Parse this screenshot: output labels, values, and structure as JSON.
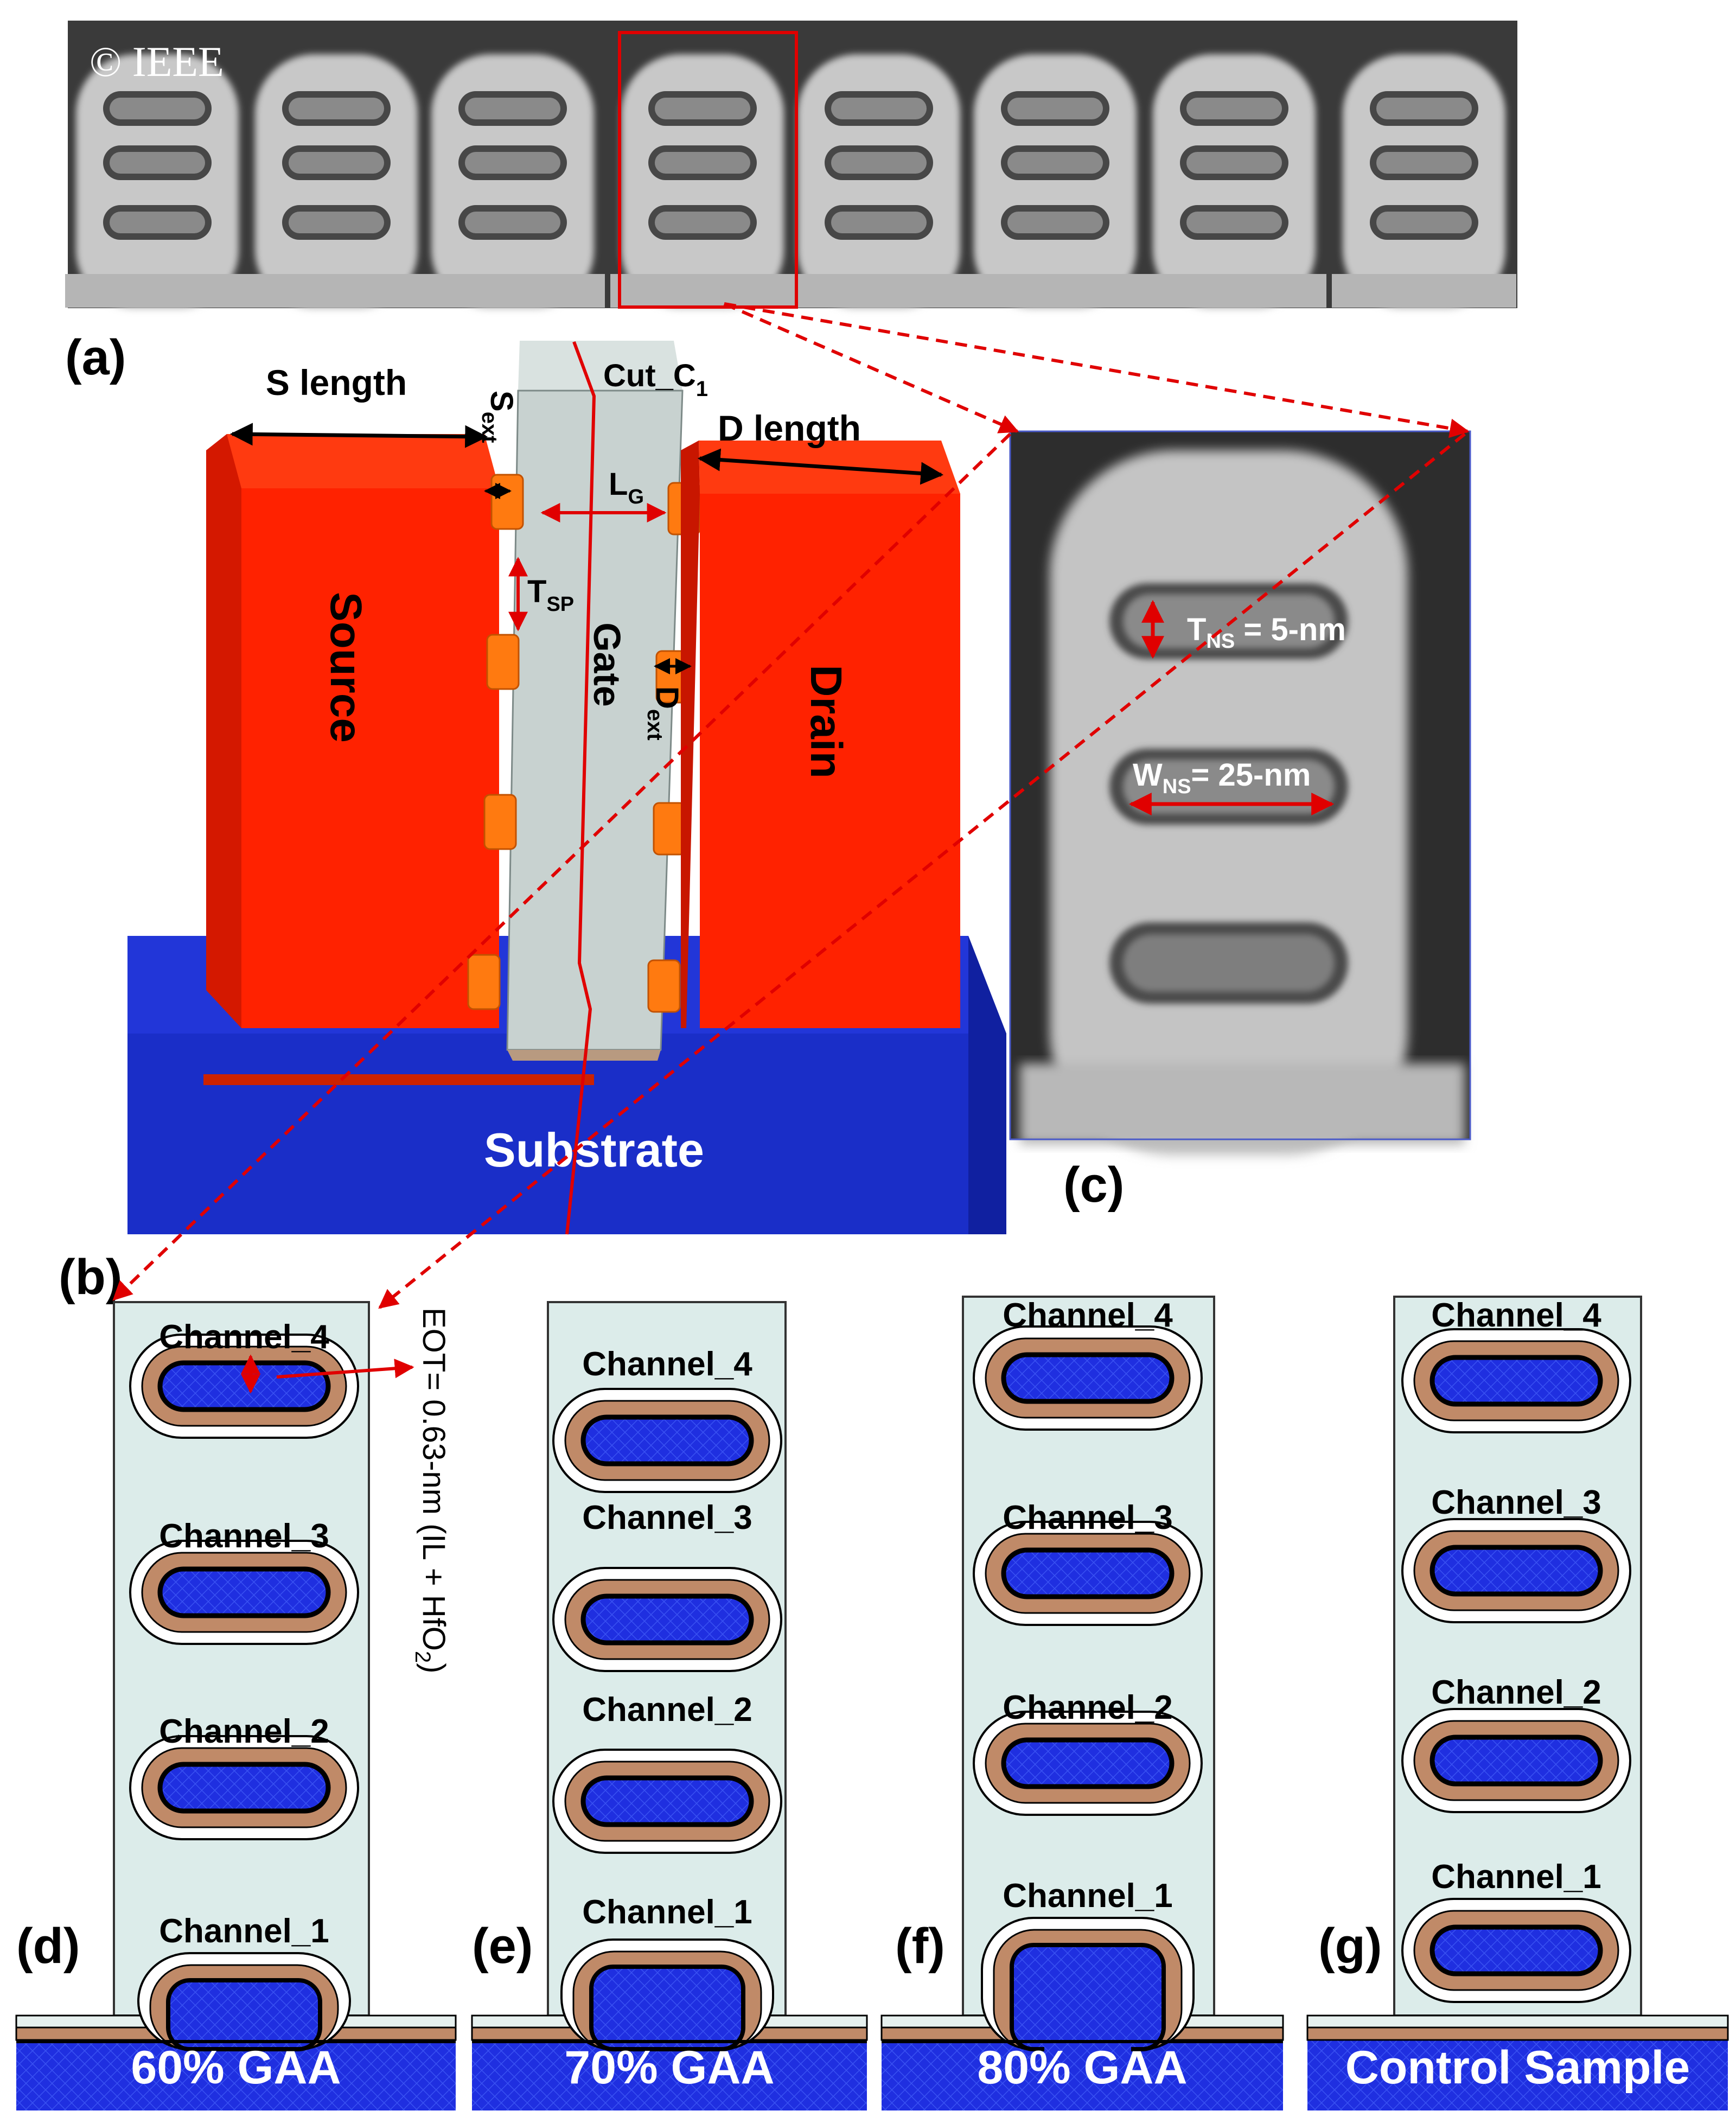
{
  "copyright": "© IEEE",
  "panel_labels": {
    "a": "(a)",
    "b": "(b)",
    "c": "(c)",
    "d": "(d)",
    "e": "(e)",
    "f": "(f)",
    "g": "(g)"
  },
  "device_3d": {
    "source": "Source",
    "drain": "Drain",
    "gate": "Gate",
    "substrate": "Substrate",
    "s_length": "S length",
    "d_length": "D length",
    "cut": "Cut_C",
    "cut_sub": "1",
    "s_ext_main": "S",
    "s_ext_sub": "ext",
    "d_ext_main": "D",
    "d_ext_sub": "ext",
    "lg_main": "L",
    "lg_sub": "G",
    "tsp_main": "T",
    "tsp_sub": "SP"
  },
  "tem_zoom": {
    "tns_main": "T",
    "tns_sub": "NS",
    "tns_value": " = 5-nm",
    "wns_main": "W",
    "wns_sub": "NS",
    "wns_value": "= 25-nm"
  },
  "eot": {
    "text": "EOT= 0.63-nm (IL + HfO",
    "sub": "2",
    "close": ")"
  },
  "cross_sections": [
    {
      "id": "d",
      "caption": "60% GAA",
      "channels": [
        "Channel_4",
        "Channel_3",
        "Channel_2",
        "Channel_1"
      ]
    },
    {
      "id": "e",
      "caption": "70% GAA",
      "channels": [
        "Channel_4",
        "Channel_3",
        "Channel_2",
        "Channel_1"
      ]
    },
    {
      "id": "f",
      "caption": "80% GAA",
      "channels": [
        "Channel_4",
        "Channel_3",
        "Channel_2",
        "Channel_1"
      ]
    },
    {
      "id": "g",
      "caption": "Control Sample",
      "channels": [
        "Channel_4",
        "Channel_3",
        "Channel_2",
        "Channel_1"
      ]
    }
  ],
  "colors": {
    "source_drain": "#ff2200",
    "substrate": "#1a2fd0",
    "gate": "#c8d2d0",
    "spacer": "#ff7a10",
    "channel": "#1f2fe0",
    "dielectric": "#c08a68",
    "gate_fill": "#dcecea",
    "arrow": "#e00000"
  }
}
